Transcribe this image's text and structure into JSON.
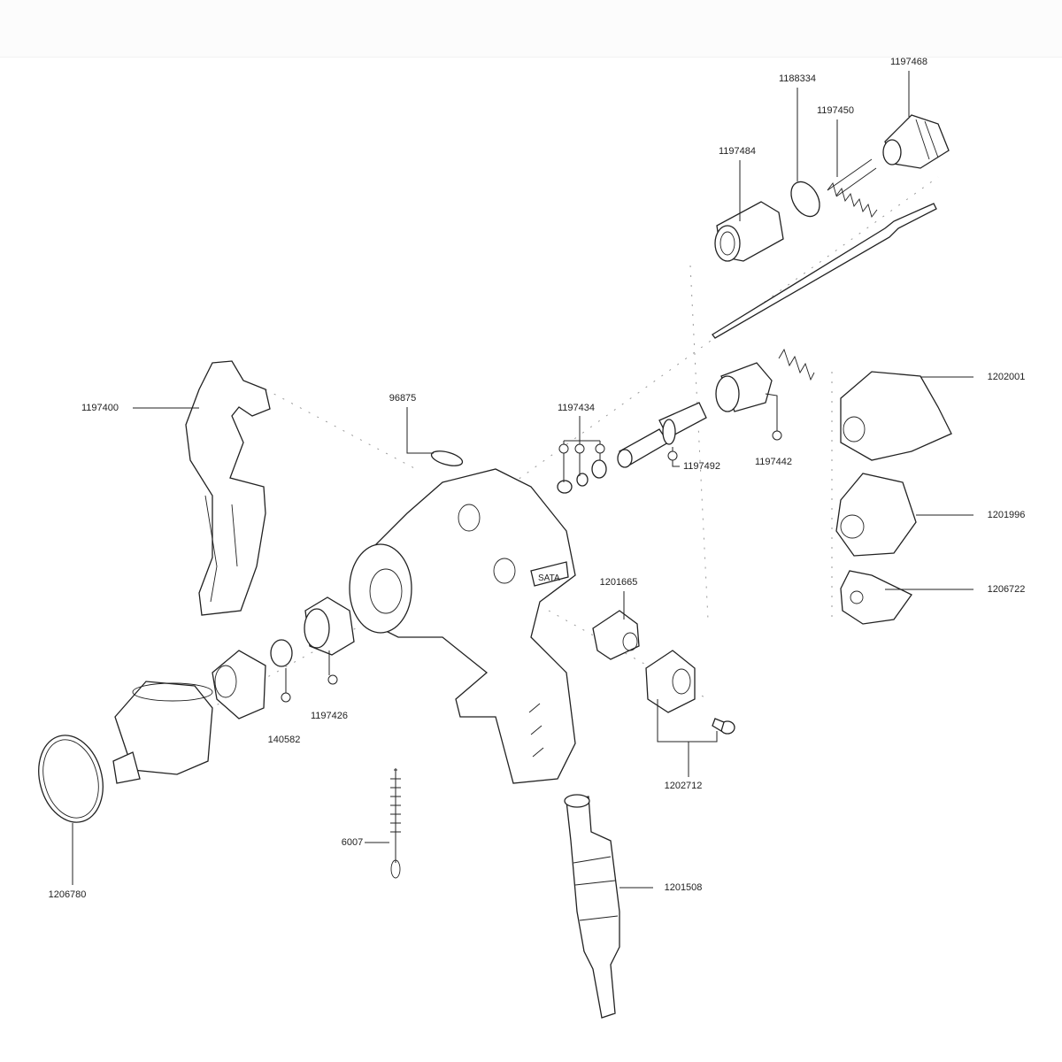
{
  "diagram": {
    "brand_logo": "SATA",
    "parts": [
      {
        "id": "p1197468",
        "number": "1197468"
      },
      {
        "id": "p1188334",
        "number": "1188334"
      },
      {
        "id": "p1197450",
        "number": "1197450"
      },
      {
        "id": "p1197484",
        "number": "1197484"
      },
      {
        "id": "p1197400",
        "number": "1197400"
      },
      {
        "id": "p96875",
        "number": "96875"
      },
      {
        "id": "p1197434",
        "number": "1197434"
      },
      {
        "id": "p1197492",
        "number": "1197492"
      },
      {
        "id": "p1197442",
        "number": "1197442"
      },
      {
        "id": "p1202001",
        "number": "1202001"
      },
      {
        "id": "p1201996",
        "number": "1201996"
      },
      {
        "id": "p1206722",
        "number": "1206722"
      },
      {
        "id": "p1201665",
        "number": "1201665"
      },
      {
        "id": "p1197426",
        "number": "1197426"
      },
      {
        "id": "p140582",
        "number": "140582"
      },
      {
        "id": "p1202712",
        "number": "1202712"
      },
      {
        "id": "p6007",
        "number": "6007"
      },
      {
        "id": "p1201508",
        "number": "1201508"
      },
      {
        "id": "p1206780",
        "number": "1206780"
      }
    ]
  }
}
